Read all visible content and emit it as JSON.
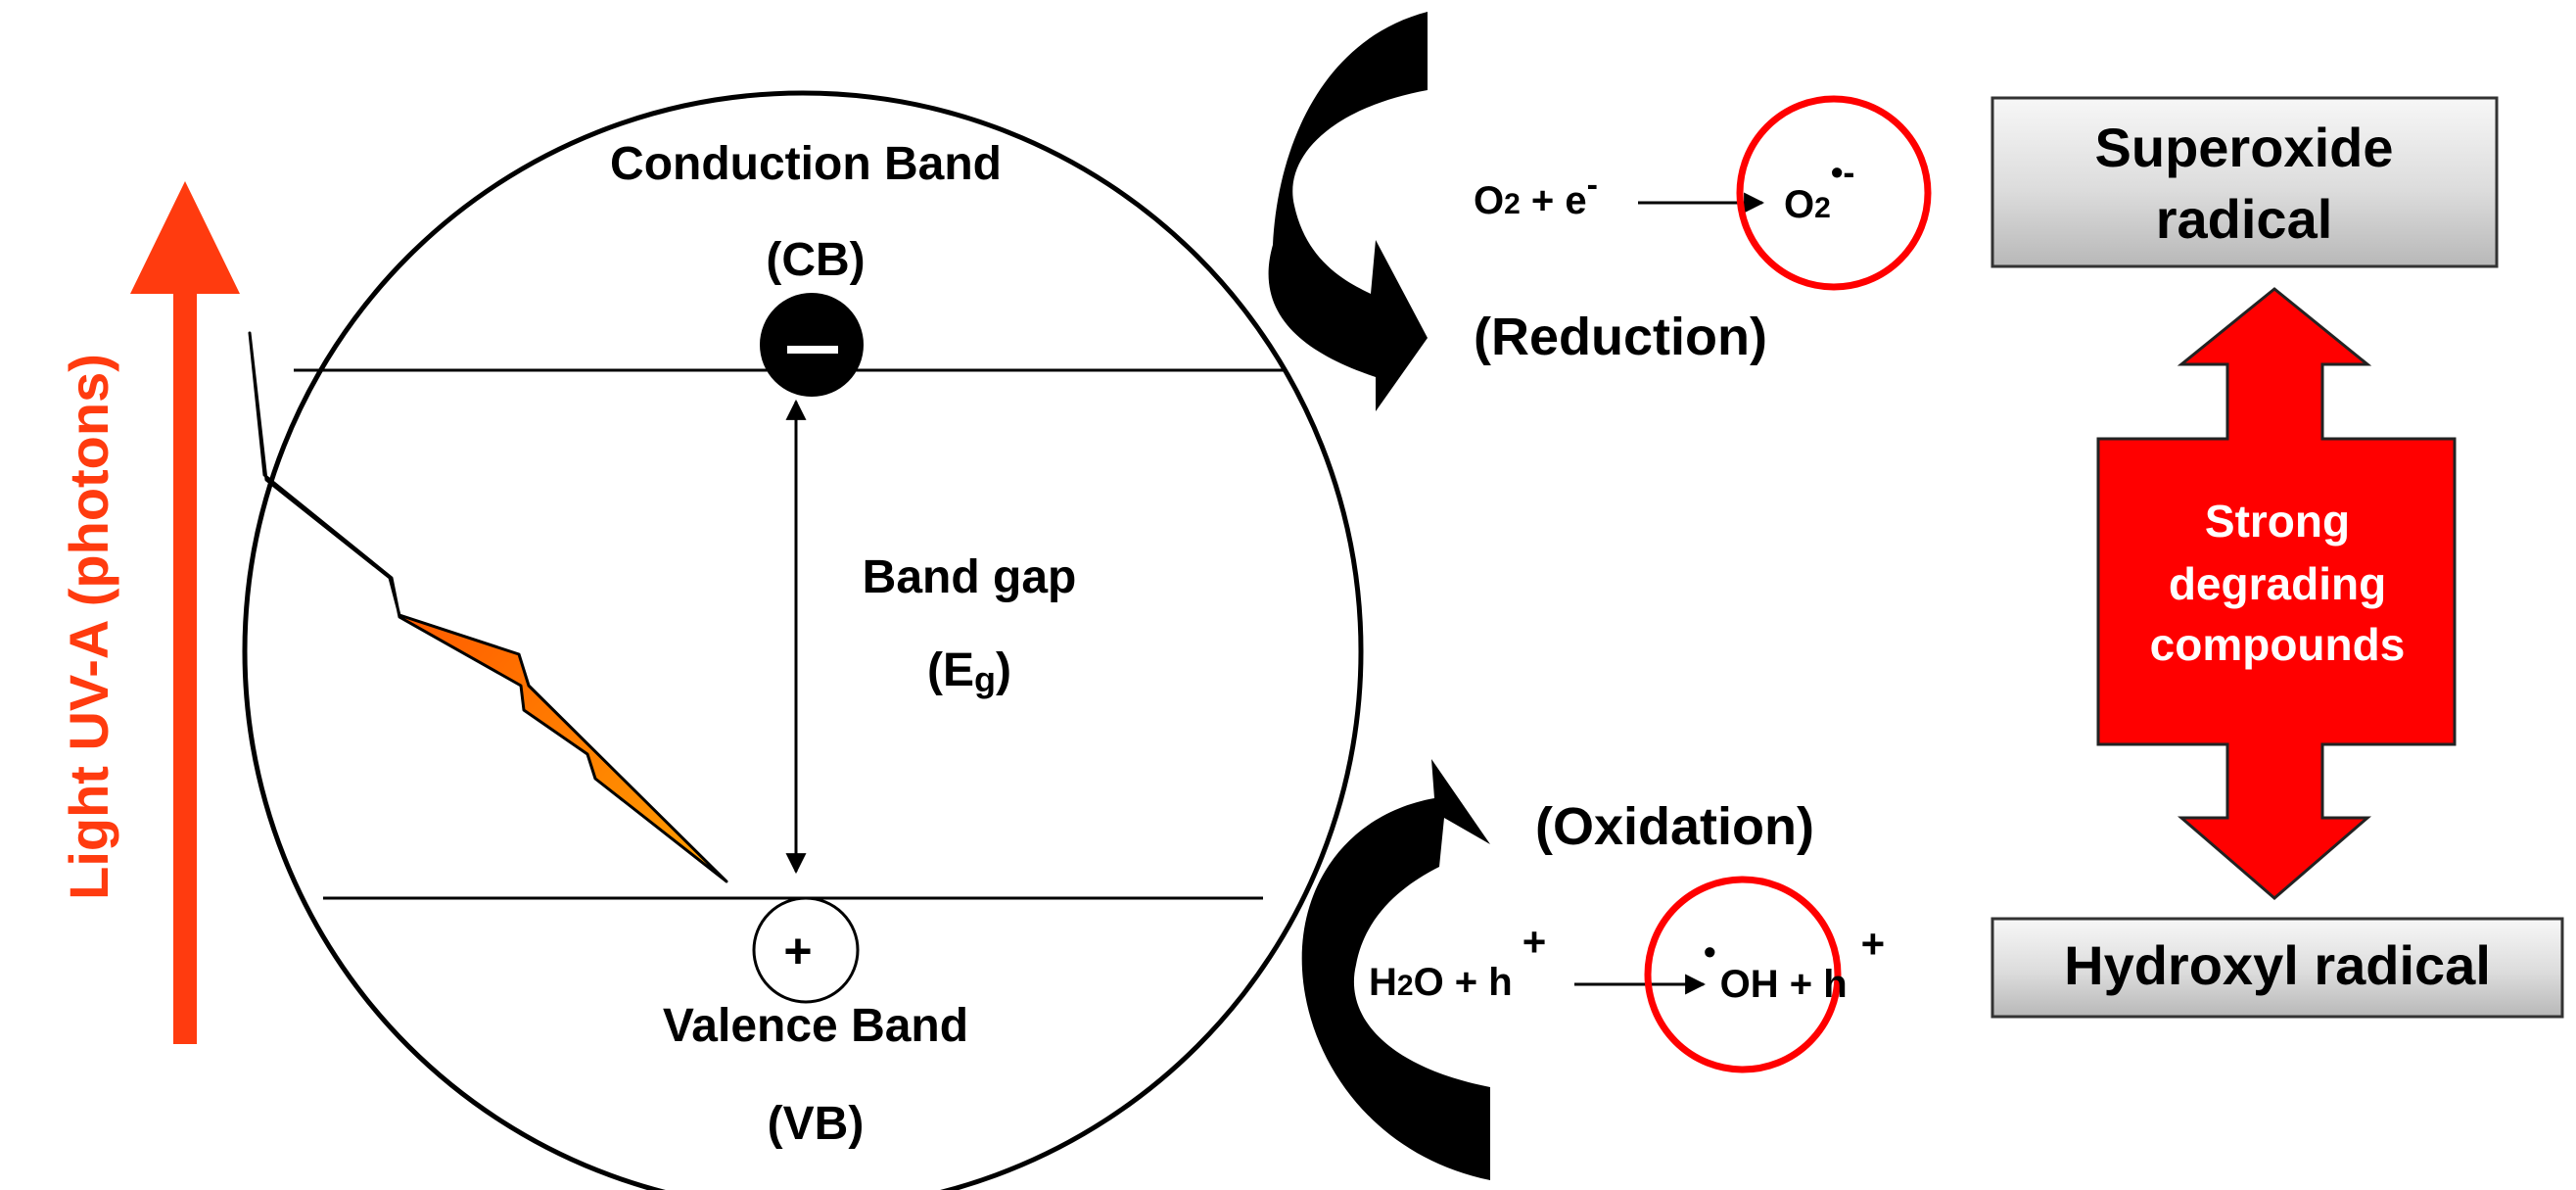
{
  "colors": {
    "uv_arrow": "#ff3b0f",
    "red_accent": "#ff0000",
    "black": "#000000",
    "box_gray_light": "#f4f4f4",
    "box_gray_dark": "#bdbdbd",
    "bolt_top": "#ff2a00",
    "bolt_bottom": "#ffa000"
  },
  "uv_light": {
    "label": "Light UV-A (photons)"
  },
  "semiconductor": {
    "conduction_band": "Conduction Band",
    "cb_abbrev": "(CB)",
    "band_gap_label": "Band gap",
    "band_gap_symbol_open": "(E",
    "band_gap_symbol_sub": "g",
    "band_gap_symbol_close": ")",
    "valence_band": "Valence Band",
    "vb_abbrev": "(VB)",
    "electron_symbol": "—",
    "hole_symbol": "+"
  },
  "reduction": {
    "label": "(Reduction)",
    "eq_o": "O",
    "eq_o_sub": "2",
    "eq_plus_e": " + e",
    "eq_e_sup": "-",
    "product_o": "O",
    "product_sub": "2",
    "product_sup": "•-"
  },
  "oxidation": {
    "label": "(Oxidation)",
    "eq_h": "H",
    "eq_h_sub": "2",
    "eq_o_plus_h": "O + h",
    "eq_h_sup": "+",
    "product_dot": "•",
    "product_oh": "OH + h",
    "product_sup": "+"
  },
  "radicals": {
    "superoxide_line1": "Superoxide",
    "superoxide_line2": "radical",
    "hydroxyl": "Hydroxyl radical",
    "degrading_line1": "Strong",
    "degrading_line2": "degrading",
    "degrading_line3": "compounds"
  }
}
